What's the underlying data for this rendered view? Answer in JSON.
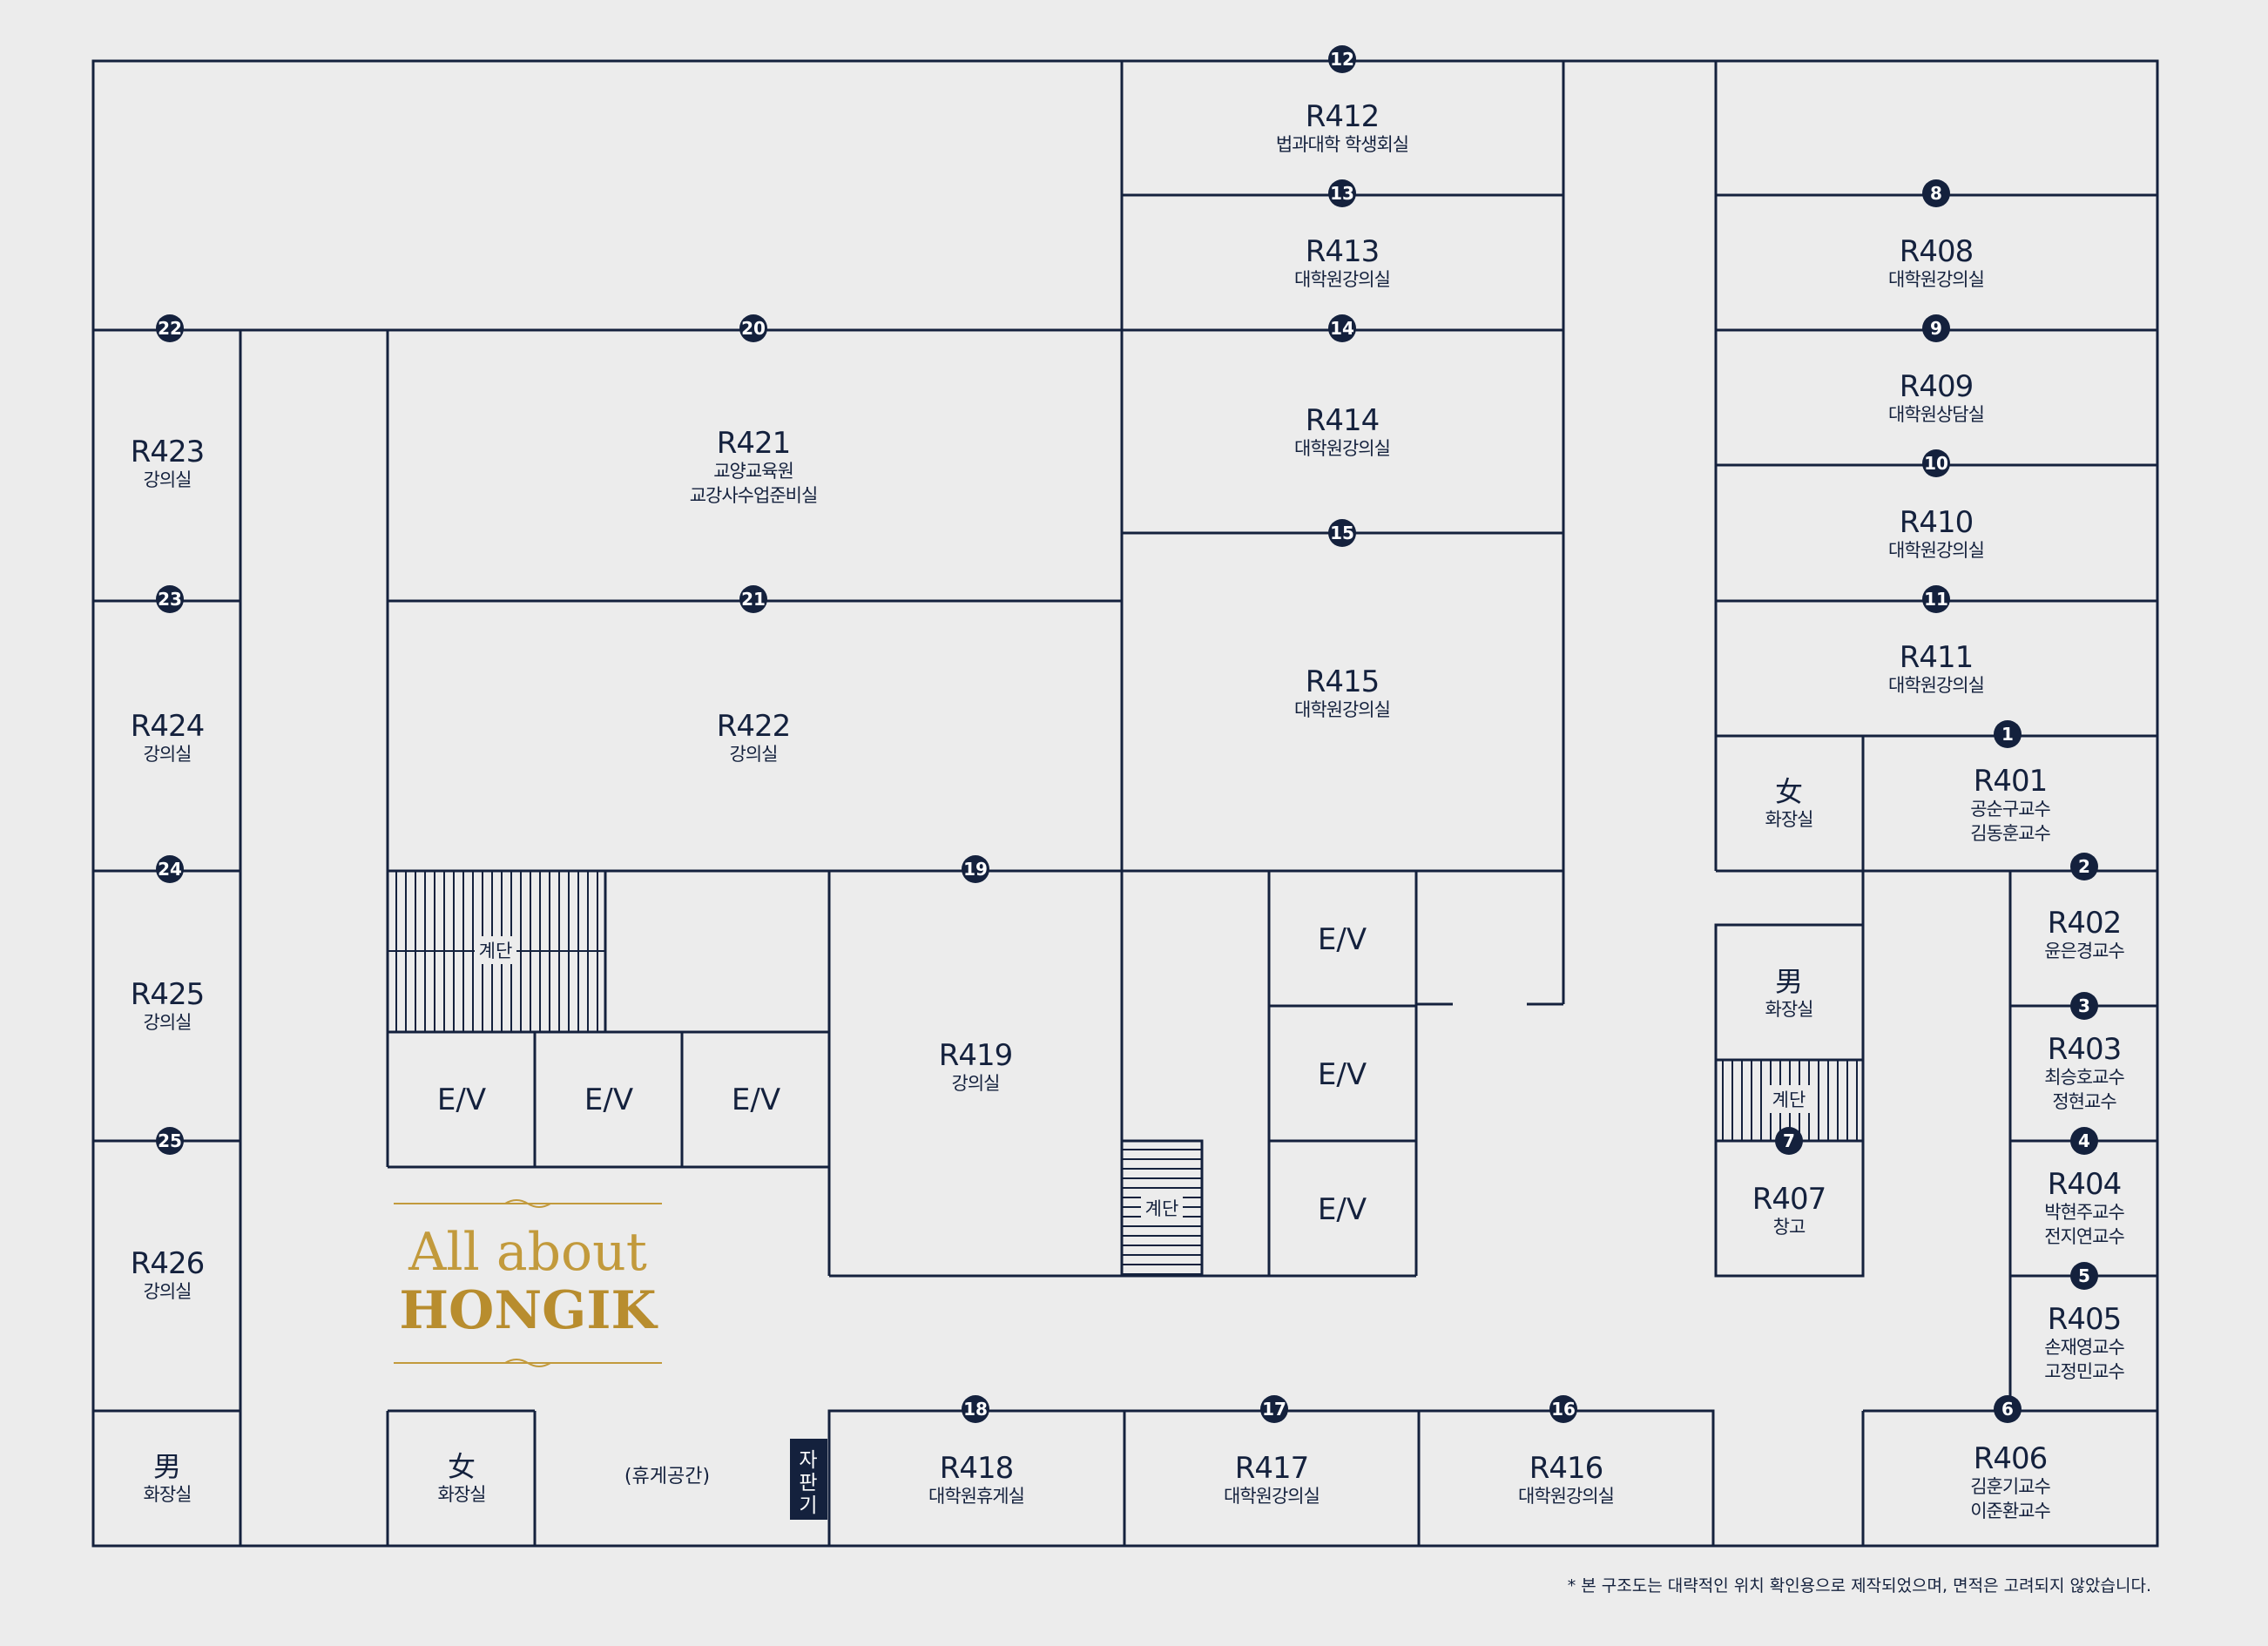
{
  "rooms": {
    "r412": {
      "id": "R412",
      "sub": "법과대학 학생회실"
    },
    "r413": {
      "id": "R413",
      "sub": "대학원강의실"
    },
    "r414": {
      "id": "R414",
      "sub": "대학원강의실"
    },
    "r415": {
      "id": "R415",
      "sub": "대학원강의실"
    },
    "r408": {
      "id": "R408",
      "sub": "대학원강의실"
    },
    "r409": {
      "id": "R409",
      "sub": "대학원상담실"
    },
    "r410": {
      "id": "R410",
      "sub": "대학원강의실"
    },
    "r411": {
      "id": "R411",
      "sub": "대학원강의실"
    },
    "r401": {
      "id": "R401",
      "sub1": "공순구교수",
      "sub2": "김동훈교수"
    },
    "r402": {
      "id": "R402",
      "sub": "윤은경교수"
    },
    "r403": {
      "id": "R403",
      "sub1": "최승호교수",
      "sub2": "정현교수"
    },
    "r404": {
      "id": "R404",
      "sub1": "박현주교수",
      "sub2": "전지연교수"
    },
    "r405": {
      "id": "R405",
      "sub1": "손재영교수",
      "sub2": "고정민교수"
    },
    "r406": {
      "id": "R406",
      "sub1": "김훈기교수",
      "sub2": "이준환교수"
    },
    "r407": {
      "id": "R407",
      "sub": "창고"
    },
    "r416": {
      "id": "R416",
      "sub": "대학원강의실"
    },
    "r417": {
      "id": "R417",
      "sub": "대학원강의실"
    },
    "r418": {
      "id": "R418",
      "sub": "대학원휴게실"
    },
    "r419": {
      "id": "R419",
      "sub": "강의실"
    },
    "r421": {
      "id": "R421",
      "sub1": "교양교육원",
      "sub2": "교강사수업준비실"
    },
    "r422": {
      "id": "R422",
      "sub": "강의실"
    },
    "r423": {
      "id": "R423",
      "sub": "강의실"
    },
    "r424": {
      "id": "R424",
      "sub": "강의실"
    },
    "r425": {
      "id": "R425",
      "sub": "강의실"
    },
    "r426": {
      "id": "R426",
      "sub": "강의실"
    }
  },
  "restrooms": {
    "female_right": {
      "symbol": "女",
      "label": "화장실"
    },
    "male_right": {
      "symbol": "男",
      "label": "화장실"
    },
    "male_left": {
      "symbol": "男",
      "label": "화장실"
    },
    "female_left": {
      "symbol": "女",
      "label": "화장실"
    }
  },
  "elevators": {
    "label": "E/V"
  },
  "stairs": {
    "label": "계단"
  },
  "lounge": "(휴게공간)",
  "vending": {
    "line1": "자",
    "line2": "판",
    "line3": "기"
  },
  "markers": [
    "1",
    "2",
    "3",
    "4",
    "5",
    "6",
    "7",
    "8",
    "9",
    "10",
    "11",
    "12",
    "13",
    "14",
    "15",
    "16",
    "17",
    "18",
    "19",
    "20",
    "21",
    "22",
    "23",
    "24",
    "25"
  ],
  "logo": {
    "line1": "All about",
    "line2": "HONGIK"
  },
  "footnote": "* 본 구조도는 대략적인 위치 확인용으로 제작되었으며, 면적은 고려되지 않았습니다.",
  "colors": {
    "line": "#14213d",
    "marker": "#14213d",
    "background": "#ececec",
    "logo_gold": "#c29a3c"
  }
}
